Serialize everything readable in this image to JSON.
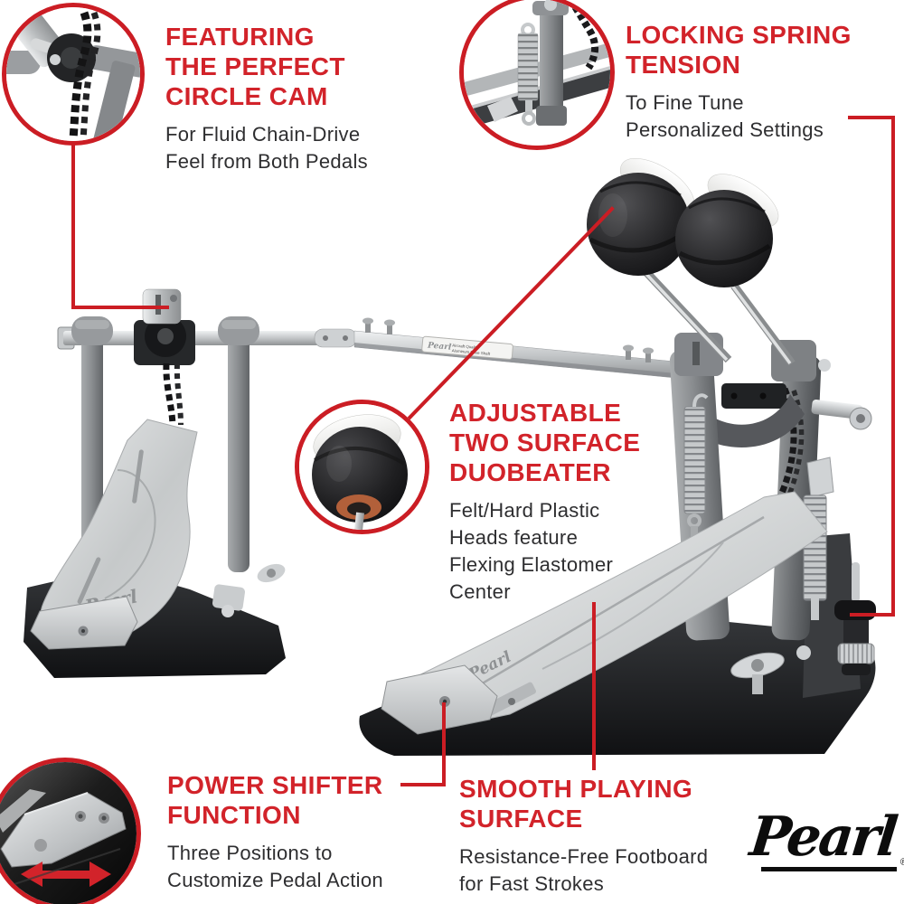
{
  "page": {
    "background": "#ffffff"
  },
  "colors": {
    "accent_red": "#d2232a",
    "leader_line_red": "#cb1d24",
    "body_text": "#2e2e30",
    "logo_black": "#0c0c0c",
    "beater_elastomer_orange": "#b2603a"
  },
  "callouts": {
    "circle_cam": {
      "title_lines": [
        "FEATURING",
        "THE PERFECT",
        "CIRCLE CAM"
      ],
      "body_lines": [
        "For Fluid Chain-Drive",
        "Feel from Both Pedals"
      ]
    },
    "spring_tension": {
      "title_lines": [
        "LOCKING SPRING",
        "TENSION"
      ],
      "body_lines": [
        "To Fine Tune",
        "Personalized Settings"
      ]
    },
    "duobeater": {
      "title_lines": [
        "ADJUSTABLE",
        "TWO SURFACE",
        "DUOBEATER"
      ],
      "body_lines": [
        "Felt/Hard Plastic",
        "Heads feature",
        "Flexing Elastomer",
        "Center"
      ]
    },
    "power_shifter": {
      "title_lines": [
        "POWER SHIFTER",
        "FUNCTION"
      ],
      "body_lines": [
        "Three Positions to",
        "Customize Pedal Action"
      ]
    },
    "smooth_surface": {
      "title_lines": [
        "SMOOTH PLAYING",
        "SURFACE"
      ],
      "body_lines": [
        "Resistance-Free Footboard",
        "for Fast Strokes"
      ]
    }
  },
  "product": {
    "shaft_label_brand": "Pearl",
    "shaft_label_line1": "Aircraft Quality",
    "shaft_label_line2": "Aluminum Drive Shaft",
    "left_footboard_engraving": "Pearl",
    "right_footboard_engraving": "Pearl"
  },
  "brand": {
    "logo_text": "Pearl",
    "registered_mark": "®"
  }
}
